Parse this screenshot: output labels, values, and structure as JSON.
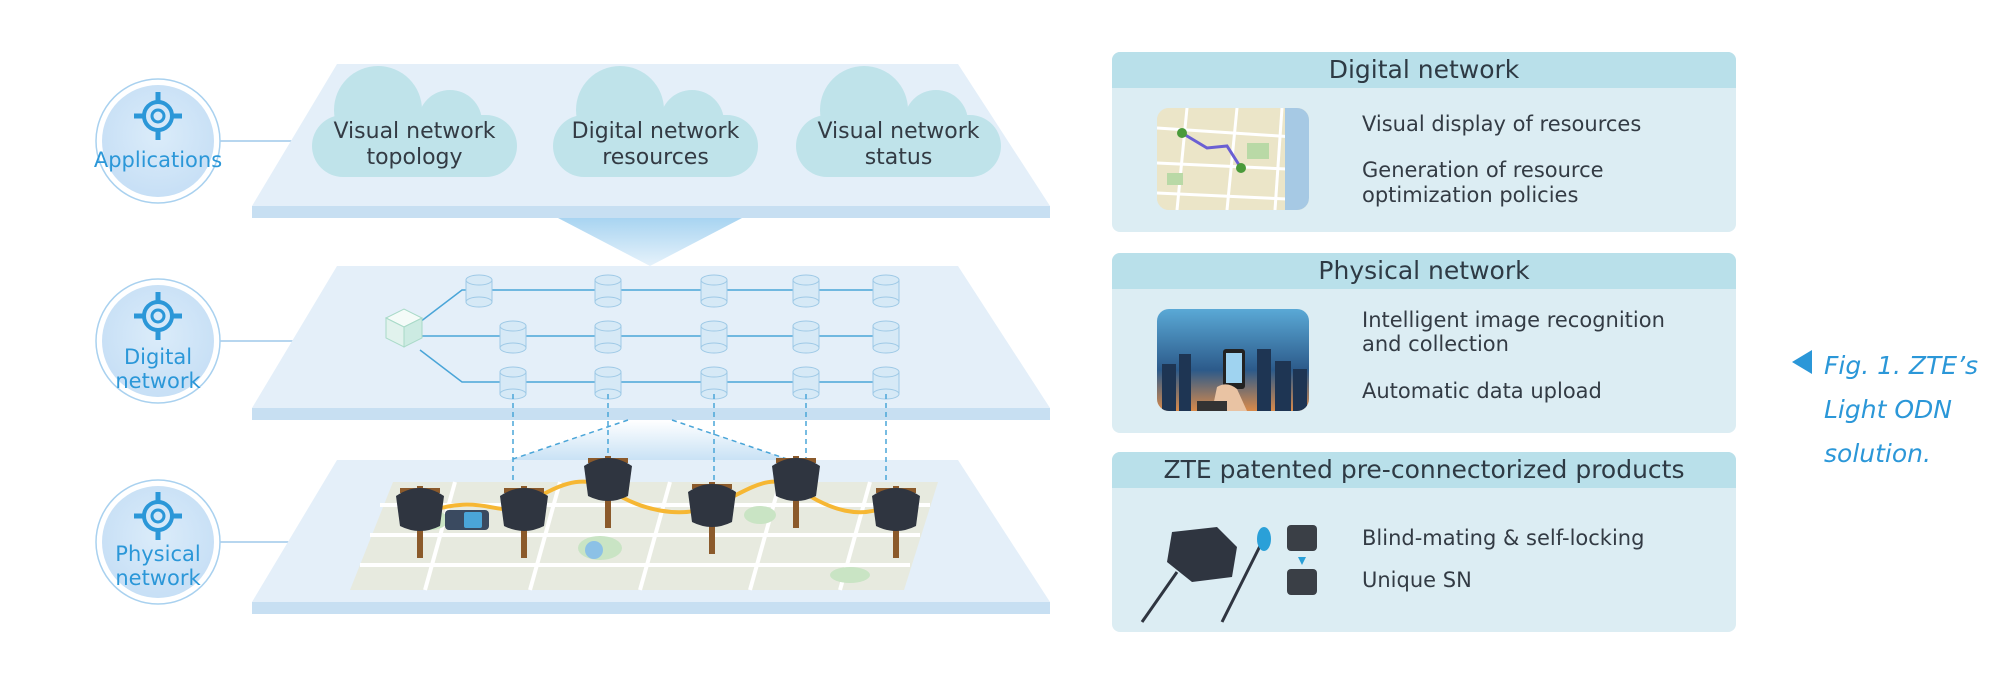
{
  "layers": {
    "applications": {
      "label": "Applications",
      "clouds": [
        {
          "line1": "Visual network",
          "line2": "topology"
        },
        {
          "line1": "Digital network",
          "line2": "resources"
        },
        {
          "line1": "Visual network",
          "line2": "status"
        }
      ]
    },
    "digital": {
      "label_line1": "Digital",
      "label_line2": "network"
    },
    "physical": {
      "label_line1": "Physical",
      "label_line2": "network"
    }
  },
  "panels": {
    "digital": {
      "title": "Digital network",
      "items": [
        "Visual display of resources",
        "Generation of resource",
        "optimization policies"
      ]
    },
    "physical": {
      "title": "Physical network",
      "items": [
        "Intelligent image recognition",
        "and collection",
        "Automatic data upload"
      ]
    },
    "products": {
      "title": "ZTE patented pre-connectorized products",
      "items": [
        "Blind-mating & self-locking",
        "Unique SN"
      ]
    }
  },
  "caption": {
    "line1": "Fig. 1. ZTE’s",
    "line2": "Light ODN",
    "line3": "solution."
  },
  "colors": {
    "accent": "#2b97d8",
    "panel_bg": "#dcedf3",
    "panel_header": "#b9e0ea",
    "layer": "#e4eff9",
    "cloud": "#bfe3ea"
  }
}
